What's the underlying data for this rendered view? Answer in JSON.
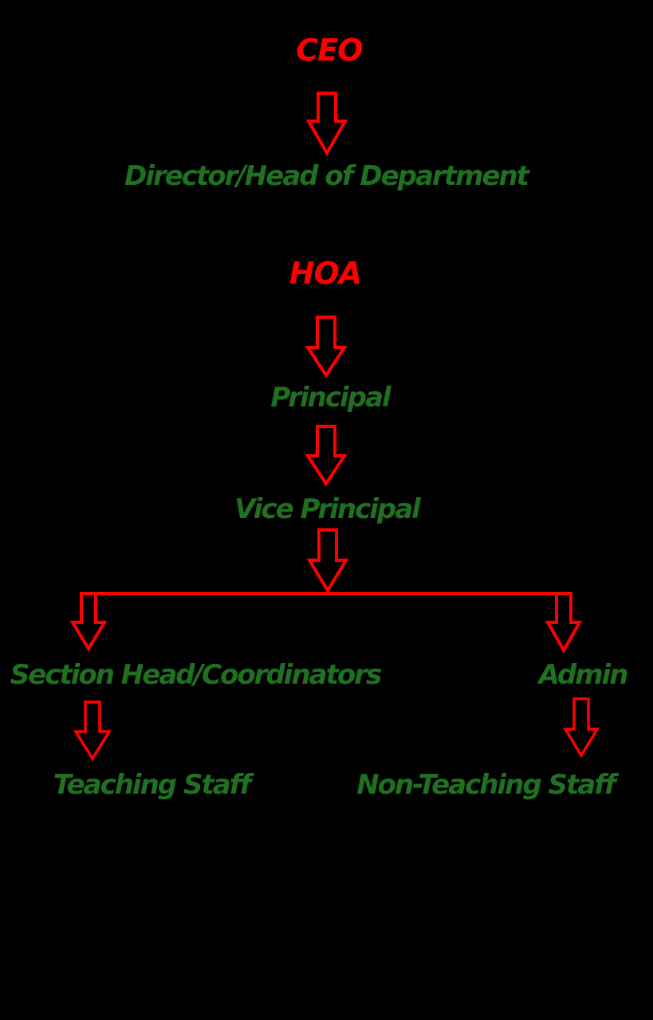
{
  "colors": {
    "background": "#000000",
    "red": "#FF0000",
    "green": "#1F7020"
  },
  "diagram": {
    "type": "org-chart-flow",
    "nodes": {
      "ceo": {
        "label": "CEO",
        "color": "red"
      },
      "director": {
        "label": "Director/Head of Department",
        "color": "green"
      },
      "hoa": {
        "label": "HOA",
        "color": "red"
      },
      "principal": {
        "label": "Principal",
        "color": "green"
      },
      "vice_principal": {
        "label": "Vice Principal",
        "color": "green"
      },
      "section_head": {
        "label": "Section Head/Coordinators",
        "color": "green"
      },
      "admin": {
        "label": "Admin",
        "color": "green"
      },
      "teaching_staff": {
        "label": "Teaching Staff",
        "color": "green"
      },
      "non_teaching_staff": {
        "label": "Non-Teaching Staff",
        "color": "green"
      }
    },
    "edges": [
      {
        "from": "ceo",
        "to": "director"
      },
      {
        "from": "hoa",
        "to": "principal"
      },
      {
        "from": "principal",
        "to": "vice_principal"
      },
      {
        "from": "vice_principal",
        "to": "section_head"
      },
      {
        "from": "vice_principal",
        "to": "admin"
      },
      {
        "from": "section_head",
        "to": "teaching_staff"
      },
      {
        "from": "admin",
        "to": "non_teaching_staff"
      }
    ]
  }
}
